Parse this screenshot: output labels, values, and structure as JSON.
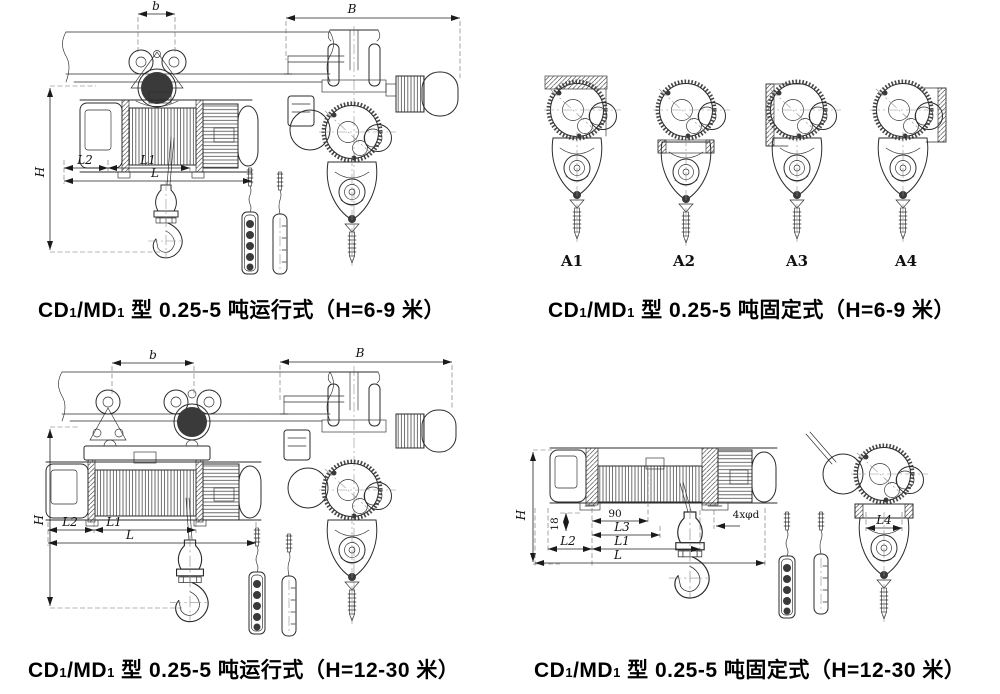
{
  "captions": {
    "top_left": {
      "cd": "CD",
      "sub1": "1",
      "md": "/MD",
      "sub2": "1",
      "rest": " 型 0.25-5 吨运行式（H=6-9 米）"
    },
    "top_right": {
      "cd": "CD",
      "sub1": "1",
      "md": "/MD",
      "sub2": "1",
      "rest": " 型 0.25-5 吨固定式（H=6-9 米）"
    },
    "bottom_left": {
      "cd": "CD",
      "sub1": "1",
      "md": "/MD",
      "sub2": "1",
      "rest": " 型 0.25-5 吨运行式（H=12-30 米）"
    },
    "bottom_right": {
      "cd": "CD",
      "sub1": "1",
      "md": "/MD",
      "sub2": "1",
      "rest": " 型 0.25-5 吨固定式（H=12-30 米）"
    }
  },
  "dims": {
    "b": "b",
    "B": "B",
    "H": "H",
    "L": "L",
    "L1": "L1",
    "L2": "L2",
    "L3": "L3",
    "L4": "L4",
    "d18": "18",
    "d90": "90",
    "bolt_holes": "4xφd"
  },
  "variant_labels": {
    "a1": "A1",
    "a2": "A2",
    "a3": "A3",
    "a4": "A4"
  },
  "colors": {
    "line": "#2b2b2b",
    "paper": "#ffffff"
  }
}
